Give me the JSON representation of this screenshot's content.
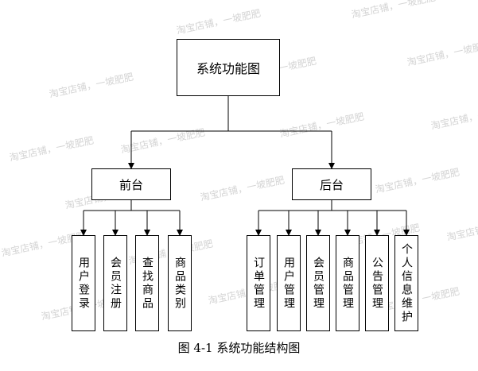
{
  "diagram": {
    "root": "系统功能图",
    "branches": [
      {
        "label": "前台",
        "children": [
          "用户登录",
          "会员注册",
          "查找商品",
          "商品类别"
        ]
      },
      {
        "label": "后台",
        "children": [
          "订单管理",
          "用户管理",
          "会员管理",
          "商品管理",
          "公告管理",
          "个人信息维护"
        ]
      }
    ],
    "caption": "图 4-1 系统功能结构图",
    "watermark_text": "淘宝店铺，一坡肥肥"
  }
}
